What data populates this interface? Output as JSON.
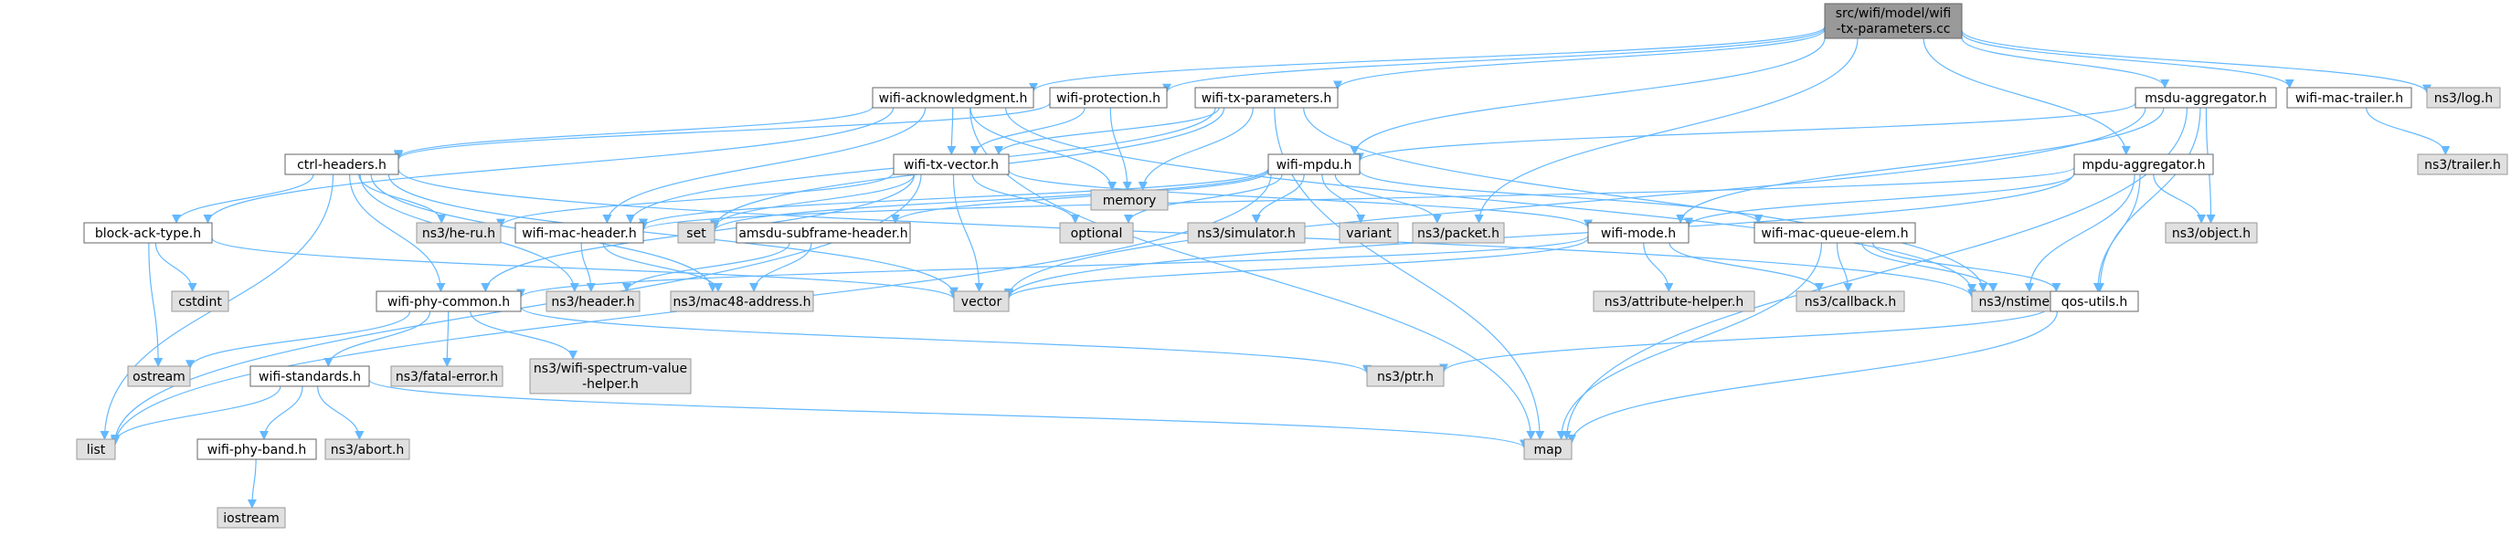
{
  "root": {
    "line1": "src/wifi/model/wifi",
    "line2": "-tx-parameters.cc"
  },
  "nodes": {
    "wifi_acknowledgment": "wifi-acknowledgment.h",
    "wifi_protection": "wifi-protection.h",
    "wifi_tx_parameters": "wifi-tx-parameters.h",
    "msdu_aggregator": "msdu-aggregator.h",
    "wifi_mac_trailer": "wifi-mac-trailer.h",
    "ns3_log": "ns3/log.h",
    "ns3_trailer": "ns3/trailer.h",
    "ctrl_headers": "ctrl-headers.h",
    "memory": "memory",
    "wifi_tx_vector": "wifi-tx-vector.h",
    "wifi_mpdu": "wifi-mpdu.h",
    "mpdu_aggregator": "mpdu-aggregator.h",
    "block_ack_type": "block-ack-type.h",
    "ns3_he_ru": "ns3/he-ru.h",
    "wifi_mac_header": "wifi-mac-header.h",
    "set": "set",
    "amsdu_subframe_header": "amsdu-subframe-header.h",
    "optional": "optional",
    "ns3_simulator": "ns3/simulator.h",
    "variant": "variant",
    "ns3_packet": "ns3/packet.h",
    "wifi_mode": "wifi-mode.h",
    "wifi_mac_queue_elem": "wifi-mac-queue-elem.h",
    "ns3_object": "ns3/object.h",
    "cstdint": "cstdint",
    "wifi_phy_common": "wifi-phy-common.h",
    "ns3_header": "ns3/header.h",
    "ns3_mac48_address": "ns3/mac48-address.h",
    "vector": "vector",
    "ns3_attribute_helper": "ns3/attribute-helper.h",
    "ns3_callback": "ns3/callback.h",
    "ns3_nstime": "ns3/nstime.h",
    "qos_utils": "qos-utils.h",
    "ostream": "ostream",
    "wifi_standards": "wifi-standards.h",
    "ns3_fatal_error": "ns3/fatal-error.h",
    "ns3_wifi_spectrum_value_helper": {
      "line1": "ns3/wifi-spectrum-value",
      "line2": "-helper.h"
    },
    "ns3_ptr": "ns3/ptr.h",
    "list": "list",
    "wifi_phy_band": "wifi-phy-band.h",
    "ns3_abort": "ns3/abort.h",
    "map": "map",
    "iostream": "iostream"
  },
  "colors": {
    "edge": "#63b8ff",
    "internal_fill": "#ffffff",
    "internal_stroke": "#666666",
    "external_fill": "#e0e0e0",
    "external_stroke": "#999999",
    "root_fill": "#999999",
    "root_stroke": "#666666"
  }
}
